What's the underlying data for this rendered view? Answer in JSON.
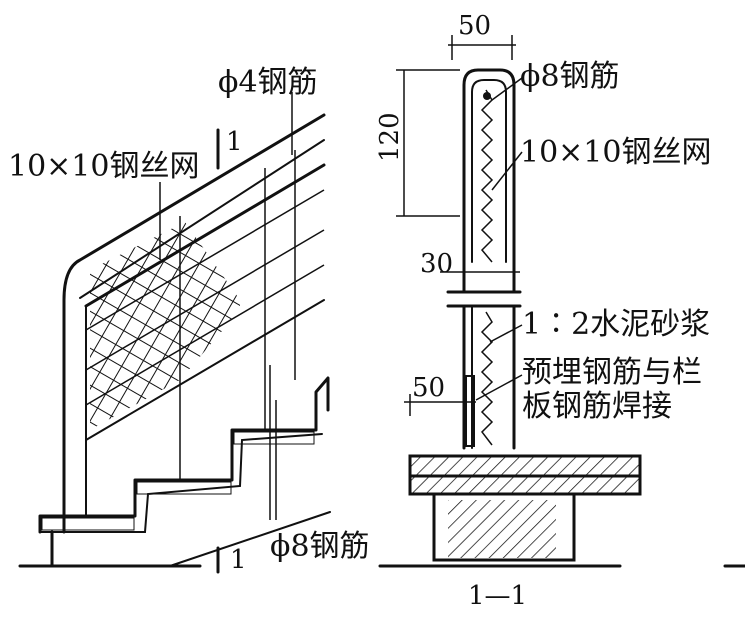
{
  "labels": {
    "phi4_rebar": "ϕ4钢筋",
    "mesh_left": "10×10钢丝网",
    "section_mark_top": "1",
    "section_mark_bottom": "1",
    "phi8_rebar_bottom": "ϕ8钢筋",
    "dim_50_top": "50",
    "dim_120": "120",
    "phi8_rebar_right": "ϕ8钢筋",
    "mesh_right": "10×10钢丝网",
    "dim_30": "30",
    "mortar": "1∶2水泥砂浆",
    "dim_50_left": "50",
    "embed_line1": "预埋钢筋与栏",
    "embed_line2": "板钢筋焊接",
    "section_title": "1—1"
  }
}
